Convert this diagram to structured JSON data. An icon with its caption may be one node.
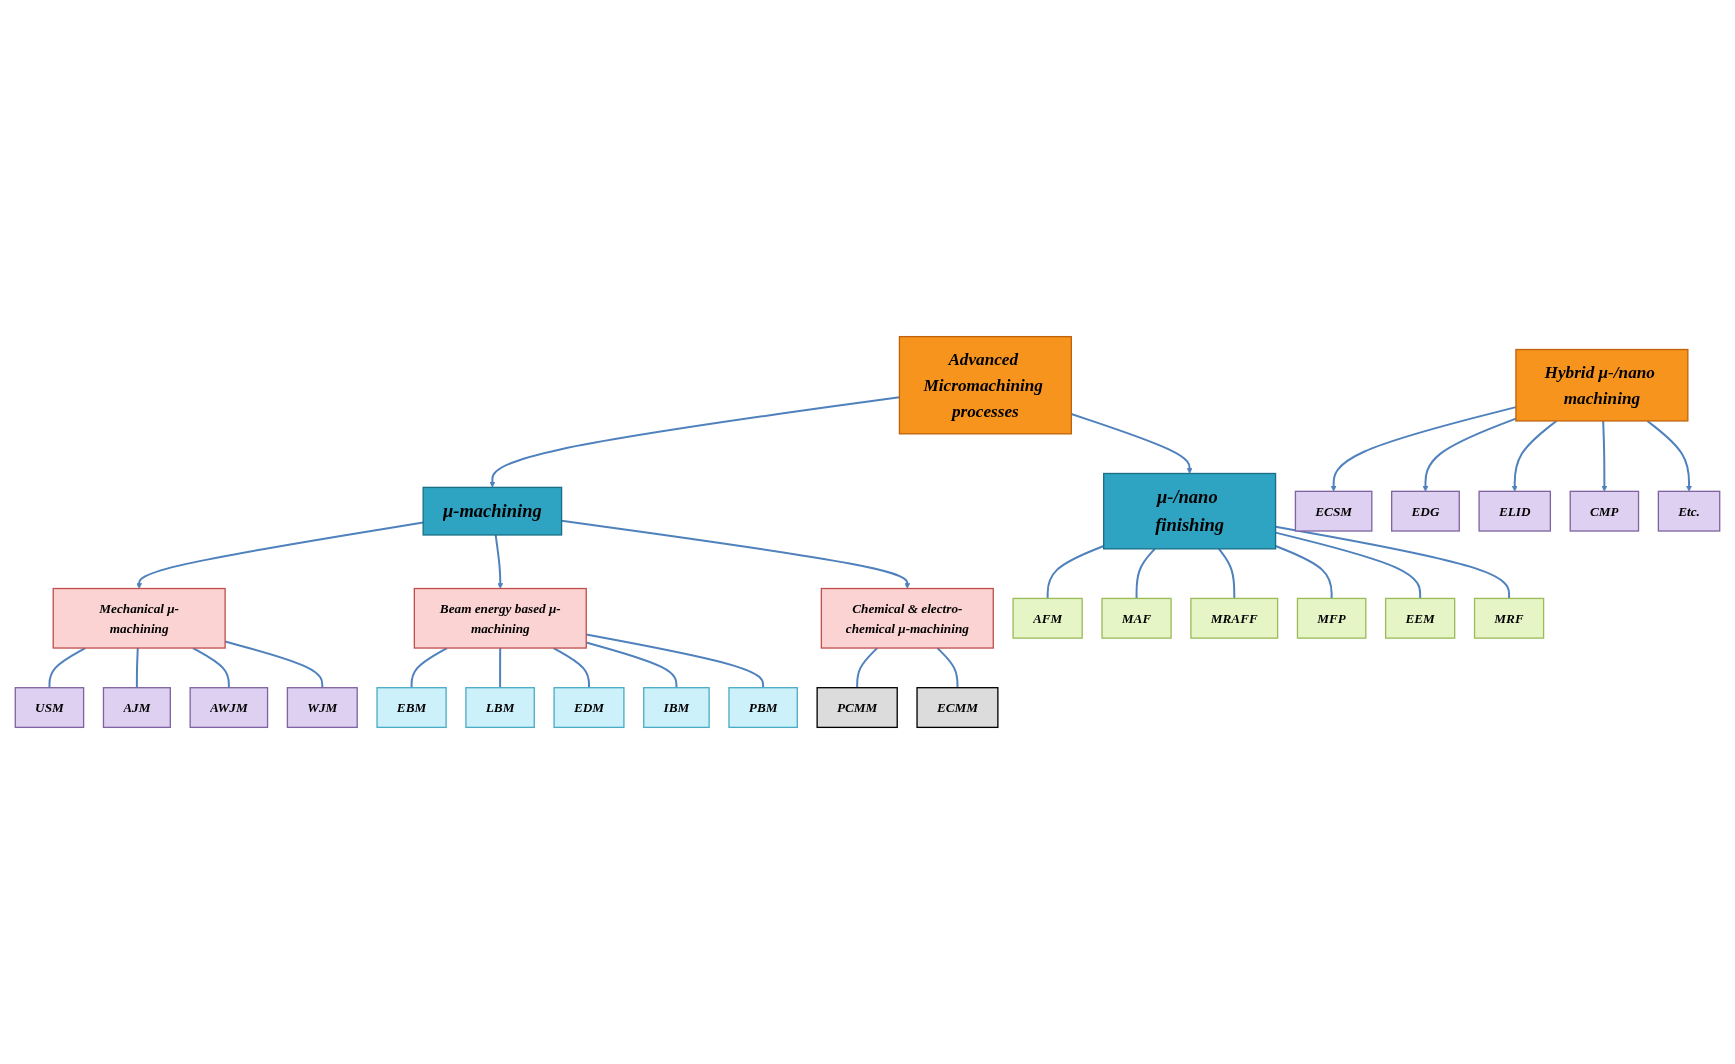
{
  "diagram": {
    "nodes": [
      {
        "text": [
          "Advanced Micromachining processes"
        ]
      },
      {
        "text": [
          "μ-machining"
        ]
      },
      {
        "text": [
          "μ-/nano finishing"
        ]
      },
      {
        "text": [
          "Mechanical μ-machining"
        ]
      },
      {
        "text": [
          "Beam energy based μ-machining"
        ]
      },
      {
        "text": [
          "Chemical & electro-chemical μ-machining"
        ]
      },
      {
        "text": [
          "USM"
        ]
      },
      {
        "text": [
          "AJM"
        ]
      },
      {
        "text": [
          "AWJM"
        ]
      },
      {
        "text": [
          "WJM"
        ]
      },
      {
        "text": [
          "EBM"
        ]
      },
      {
        "text": [
          "LBM"
        ]
      },
      {
        "text": [
          "EDM"
        ]
      },
      {
        "text": [
          "IBM"
        ]
      },
      {
        "text": [
          "PBM"
        ]
      },
      {
        "text": [
          "PCMM"
        ]
      },
      {
        "text": [
          "ECMM"
        ]
      },
      {
        "text": [
          "AFM"
        ]
      },
      {
        "text": [
          "MAF"
        ]
      },
      {
        "text": [
          "MRAFF"
        ]
      },
      {
        "text": [
          "MFP"
        ]
      },
      {
        "text": [
          "EEM"
        ]
      },
      {
        "text": [
          "MRF"
        ]
      },
      {
        "text": [
          "Hybrid μ-/nano machining"
        ]
      },
      {
        "text": [
          "ECSM"
        ]
      },
      {
        "text": [
          "EDG"
        ]
      },
      {
        "text": [
          "ELID"
        ]
      },
      {
        "text": [
          "CMP"
        ]
      },
      {
        "text": [
          "Etc."
        ]
      }
    ],
    "edges": [
      {
        "from": 0,
        "to": 1,
        "arrow": "to"
      },
      {
        "from": 0,
        "to": 2,
        "arrow": "to"
      },
      {
        "from": 1,
        "to": 3,
        "arrow": "to"
      },
      {
        "from": 1,
        "to": 4,
        "arrow": "to"
      },
      {
        "from": 1,
        "to": 5,
        "arrow": "to"
      },
      {
        "from": 3,
        "to": 6,
        "arrow": "none"
      },
      {
        "from": 3,
        "to": 7,
        "arrow": "none"
      },
      {
        "from": 3,
        "to": 8,
        "arrow": "none"
      },
      {
        "from": 3,
        "to": 9,
        "arrow": "none"
      },
      {
        "from": 4,
        "to": 10,
        "arrow": "none"
      },
      {
        "from": 4,
        "to": 11,
        "arrow": "none"
      },
      {
        "from": 4,
        "to": 12,
        "arrow": "none"
      },
      {
        "from": 4,
        "to": 13,
        "arrow": "none"
      },
      {
        "from": 4,
        "to": 14,
        "arrow": "none"
      },
      {
        "from": 5,
        "to": 15,
        "arrow": "none"
      },
      {
        "from": 5,
        "to": 16,
        "arrow": "none"
      },
      {
        "from": 2,
        "to": 17,
        "arrow": "none"
      },
      {
        "from": 2,
        "to": 18,
        "arrow": "none"
      },
      {
        "from": 2,
        "to": 19,
        "arrow": "none"
      },
      {
        "from": 2,
        "to": 20,
        "arrow": "none"
      },
      {
        "from": 2,
        "to": 21,
        "arrow": "none"
      },
      {
        "from": 2,
        "to": 22,
        "arrow": "none"
      },
      {
        "from": 23,
        "to": 24,
        "arrow": "to"
      },
      {
        "from": 23,
        "to": 25,
        "arrow": "to"
      },
      {
        "from": 23,
        "to": 26,
        "arrow": "to"
      },
      {
        "from": 23,
        "to": 27,
        "arrow": "to"
      },
      {
        "from": 23,
        "to": 28,
        "arrow": "to"
      }
    ]
  }
}
